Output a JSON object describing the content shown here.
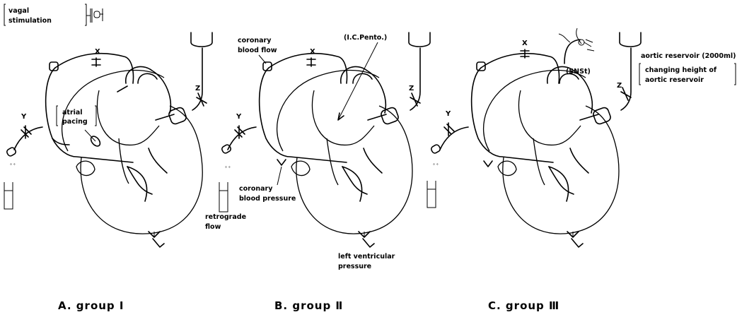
{
  "panels": [
    {
      "caption": "A. group Ⅰ",
      "clamp_labels": {
        "x": "X",
        "y": "Y",
        "z": "Z"
      },
      "vagal_label_line1": "vagal",
      "vagal_label_line2": "stimulation",
      "pacing_label_line1": "atrial",
      "pacing_label_line2": "pacing"
    },
    {
      "caption": "B. group Ⅱ",
      "clamp_labels": {
        "x": "X",
        "y": "Y",
        "z": "Z"
      },
      "coronary_flow_line1": "coronary",
      "coronary_flow_line2": "blood flow",
      "drug_label": "(I.C.Pento.)",
      "coronary_pressure_line1": "coronary",
      "coronary_pressure_line2": "blood pressure",
      "retrograde_line1": "retrograde",
      "retrograde_line2": "flow",
      "lv_pressure_line1": "left ventricular",
      "lv_pressure_line2": "pressure"
    },
    {
      "caption": "C. group Ⅲ",
      "clamp_labels": {
        "x": "X",
        "y": "Y",
        "z": "Z"
      },
      "snst_label": "(SNSt)",
      "reservoir_label": "aortic reservoir (2000ml)",
      "reservoir_note_line1": "changing height of",
      "reservoir_note_line2": "aortic reservoir"
    }
  ]
}
